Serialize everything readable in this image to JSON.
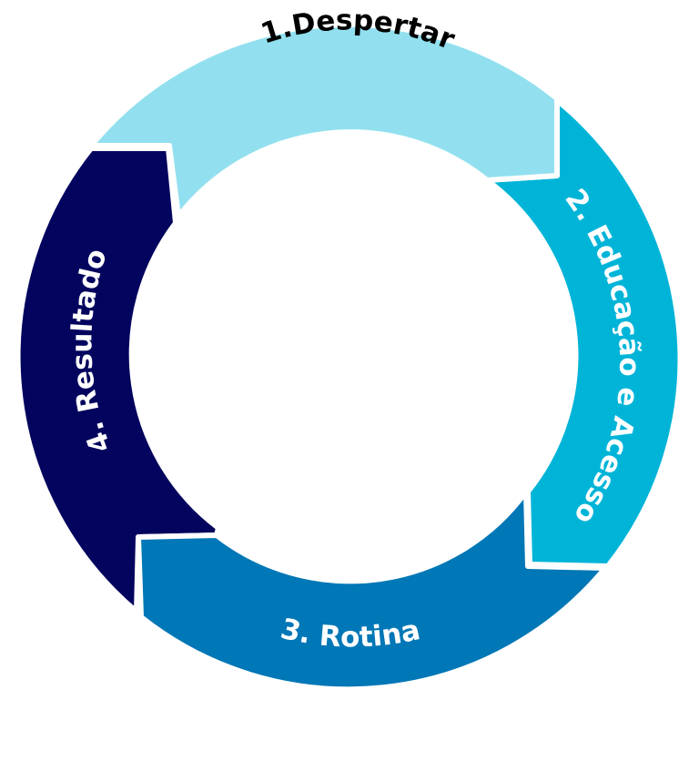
{
  "diagram": {
    "type": "cycle",
    "steps": [
      {
        "label": "1.Despertar",
        "color": "#92e0ef",
        "text_color": "#000000"
      },
      {
        "label": "2. Educação e Acesso",
        "color": "#00b4d8",
        "text_color": "#ffffff"
      },
      {
        "label": "3. Rotina",
        "color": "#0077b6",
        "text_color": "#ffffff"
      },
      {
        "label": "4. Resultado",
        "color": "#03045e",
        "text_color": "#ffffff"
      }
    ]
  }
}
